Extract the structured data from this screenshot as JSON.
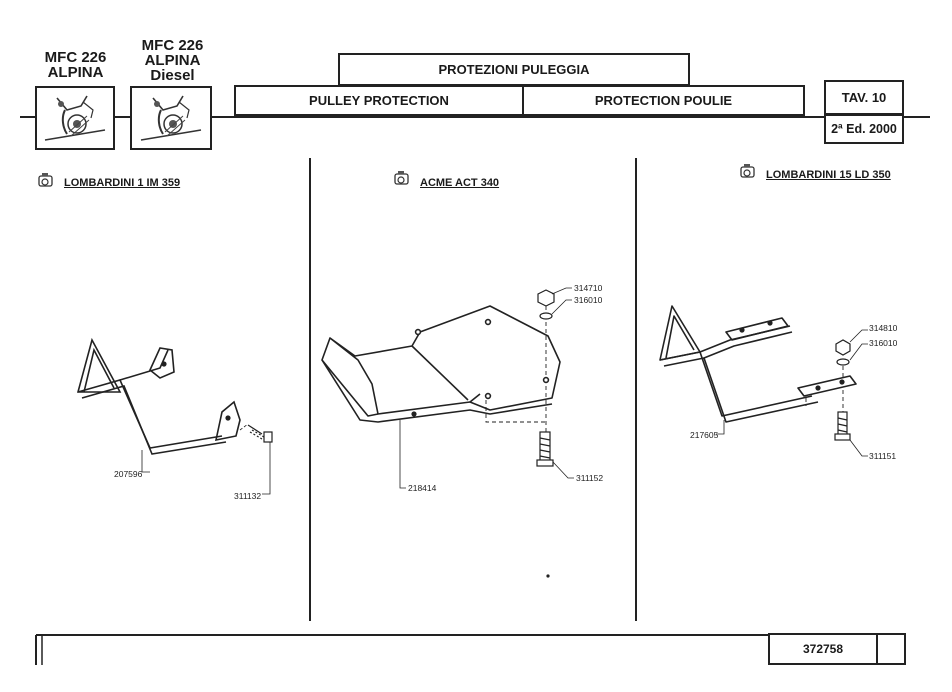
{
  "models": {
    "left": [
      "MFC 226",
      "ALPINA"
    ],
    "right": [
      "MFC 226",
      "ALPINA",
      "Diesel"
    ]
  },
  "header": {
    "it": "PROTEZIONI PULEGGIA",
    "en": "PULLEY PROTECTION",
    "fr": "PROTECTION POULIE",
    "table": "TAV. 10",
    "edition": "2ª Ed. 2000"
  },
  "sections": [
    {
      "title": "LOMBARDINI 1 IM 359",
      "parts": [
        "207596",
        "311132"
      ]
    },
    {
      "title": "ACME ACT 340",
      "parts": [
        "314710",
        "316010",
        "218414",
        "311152"
      ]
    },
    {
      "title": "LOMBARDINI 15 LD 350",
      "parts": [
        "314810",
        "316010",
        "217605",
        "311151"
      ]
    }
  ],
  "footer": {
    "code": "372758"
  }
}
